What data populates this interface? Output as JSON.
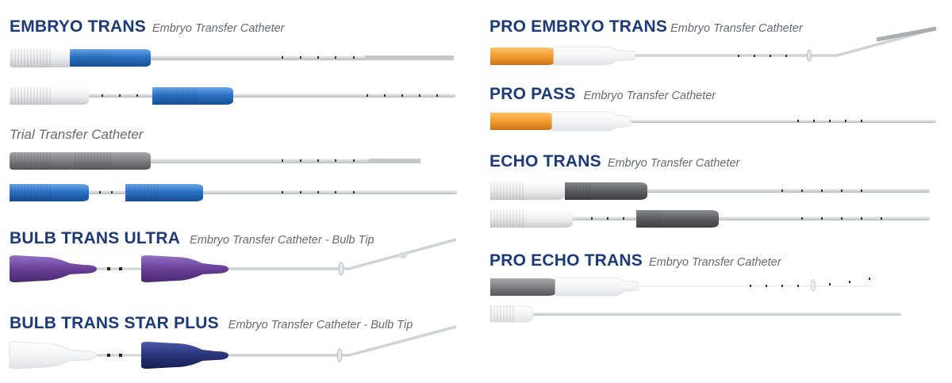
{
  "left": {
    "embryo_trans": {
      "title": "EMBRYO TRANS",
      "subtitle": "Embryo Transfer Catheter"
    },
    "trial": {
      "title": "Trial Transfer Catheter"
    },
    "bulb_ultra": {
      "title": "BULB TRANS ULTRA",
      "subtitle": "Embryo Transfer Catheter - Bulb Tip"
    },
    "bulb_star": {
      "title": "BULB TRANS STAR PLUS",
      "subtitle": "Embryo Transfer Catheter - Bulb Tip"
    }
  },
  "right": {
    "pro_embryo": {
      "title": "PRO EMBRYO TRANS",
      "subtitle": "Embryo Transfer Catheter"
    },
    "pro_pass": {
      "title": "PRO PASS",
      "subtitle": "Embryo Transfer Catheter"
    },
    "echo_trans": {
      "title": "ECHO TRANS",
      "subtitle": "Embryo Transfer Catheter"
    },
    "pro_echo": {
      "title": "PRO ECHO TRANS",
      "subtitle": "Embryo Transfer Catheter"
    }
  },
  "colors": {
    "brand_navy": "#1c3a78",
    "caption_gray": "#666a70",
    "hub_blue": "#2b72c4",
    "hub_white": "#eeeeef",
    "hub_gray": "#7d7f82",
    "hub_dark_gray": "#5c5e61",
    "hub_orange": "#f39b2e",
    "hub_purple": "#6a3f98",
    "hub_navy": "#283478",
    "hub_translucent": "#f4f5f6",
    "shaft": "#d3d6da"
  },
  "icons": {
    "catheter_images": "catheter-product-illustration"
  }
}
